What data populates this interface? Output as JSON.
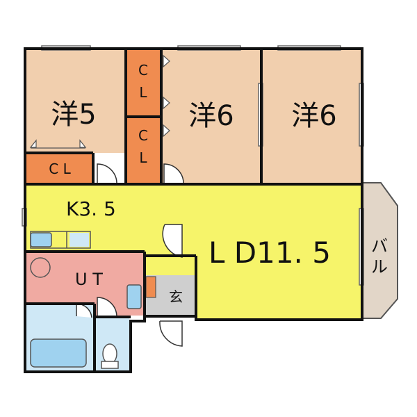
{
  "colors": {
    "western_room": "#f1cfae",
    "closet": "#f08c50",
    "ldk": "#f6f46a",
    "utility": "#f0aaa2",
    "bath": "#cfe8f6",
    "entrance": "#cfcfcf",
    "balcony": "#e2d6c8",
    "wall": "#111111",
    "fixture": "#9fd2ef"
  },
  "rooms": {
    "west_room_1": "洋5",
    "west_room_2": "洋6",
    "west_room_3": "洋6",
    "closet_1": "C L",
    "closet_2_top": "C",
    "closet_2_bottom": "L",
    "closet_3_top": "C",
    "closet_3_bottom": "L",
    "kitchen": "K3. 5",
    "living_dining": "L D11. 5",
    "utility": "U T",
    "entrance": "玄",
    "balcony_top": "バ",
    "balcony_bottom": "ル"
  }
}
